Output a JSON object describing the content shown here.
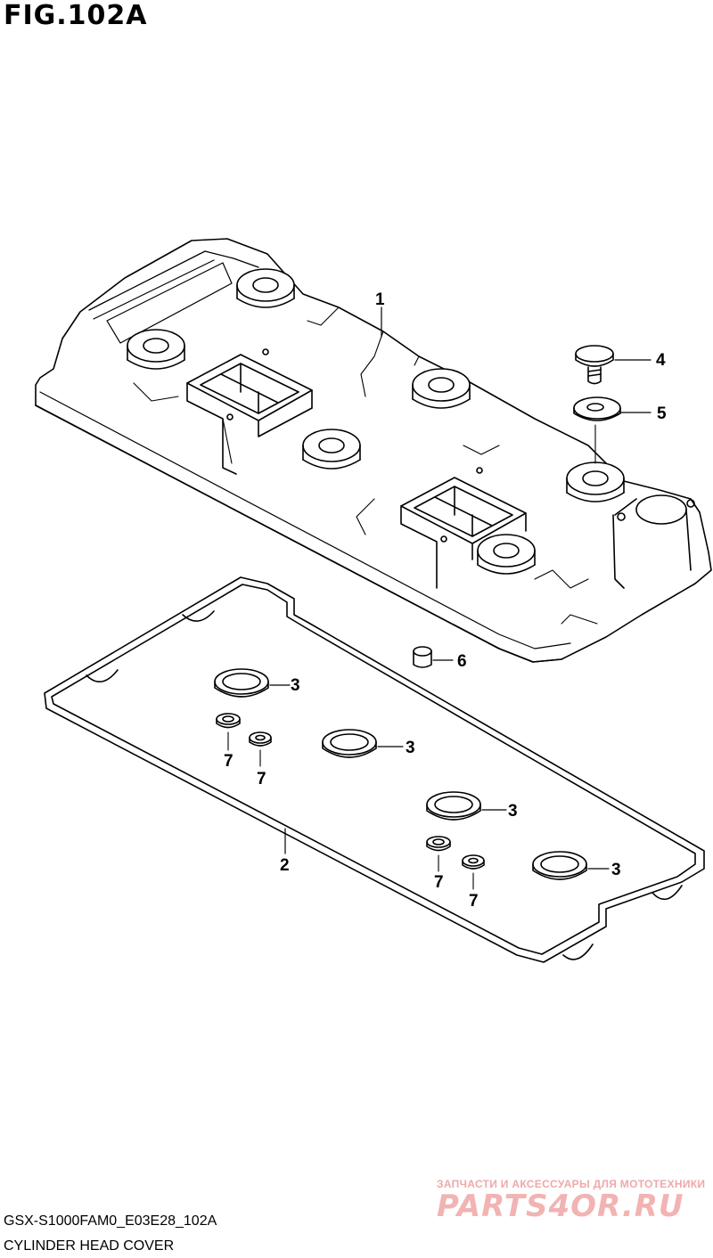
{
  "figure": {
    "title": "FIG.102A",
    "code": "GSX-S1000FAM0_E03E28_102A",
    "caption": "CYLINDER HEAD COVER"
  },
  "callouts": {
    "c1": "1",
    "c2": "2",
    "c3a": "3",
    "c3b": "3",
    "c3c": "3",
    "c3d": "3",
    "c4": "4",
    "c5": "5",
    "c6": "6",
    "c7a": "7",
    "c7b": "7",
    "c7c": "7",
    "c7d": "7"
  },
  "watermark": {
    "tagline": "ЗАПЧАСТИ И АКСЕССУАРЫ ДЛЯ МОТОТЕХНИКИ",
    "logo": "PARTS4OR.RU"
  }
}
